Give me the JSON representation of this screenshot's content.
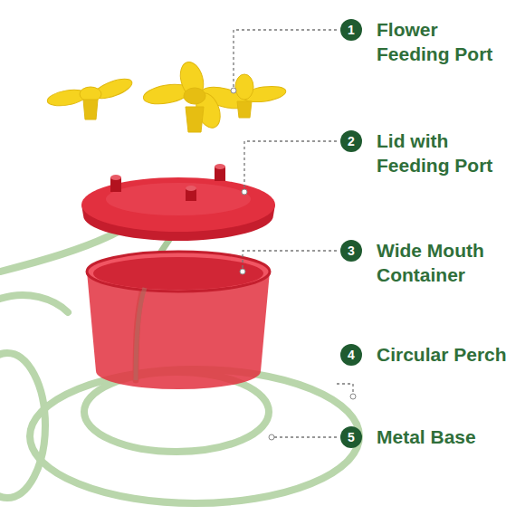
{
  "diagram": {
    "labels": [
      "1",
      "Flower Feeding Port",
      "2",
      "Lid with Feeding Port",
      "3",
      "Wide Mouth Container",
      "4",
      "Circular Perch",
      "5",
      "Metal Base"
    ]
  }
}
